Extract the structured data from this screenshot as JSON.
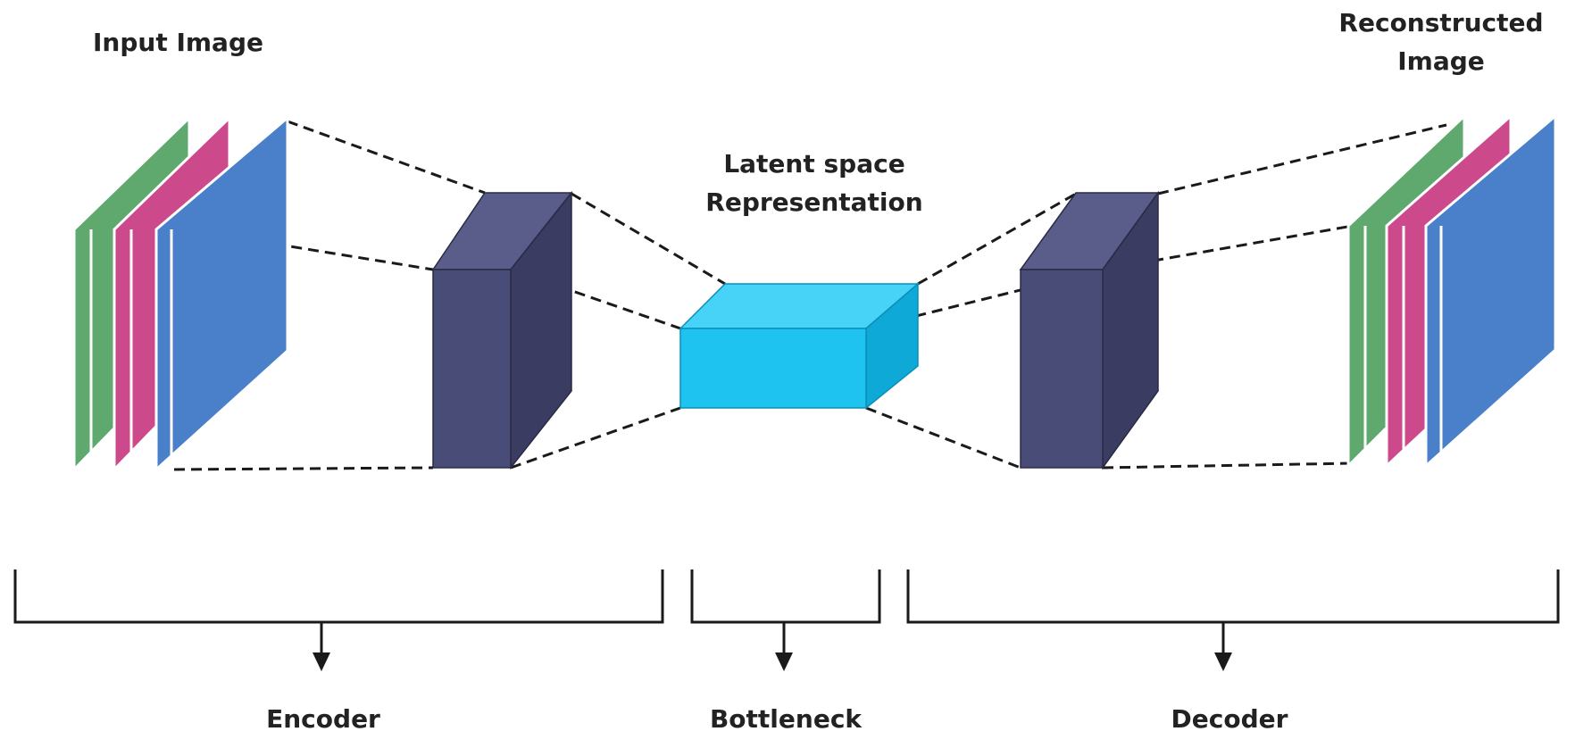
{
  "labels": {
    "input_image": "Input Image",
    "reconstructed_line1": "Reconstructed",
    "reconstructed_line2": "Image",
    "latent_line1": "Latent space",
    "latent_line2": "Representation",
    "encoder": "Encoder",
    "bottleneck": "Bottleneck",
    "decoder": "Decoder"
  },
  "colors": {
    "channel_green": "#5fa86e",
    "channel_pink": "#cc4a8c",
    "channel_blue": "#4a7fc9",
    "block_front": "#4a4c78",
    "block_side": "#3a3c62",
    "block_top": "#5a5c8a",
    "latent_front": "#1ec3ef",
    "latent_side": "#0fa9d8",
    "latent_top": "#46d3f7"
  }
}
